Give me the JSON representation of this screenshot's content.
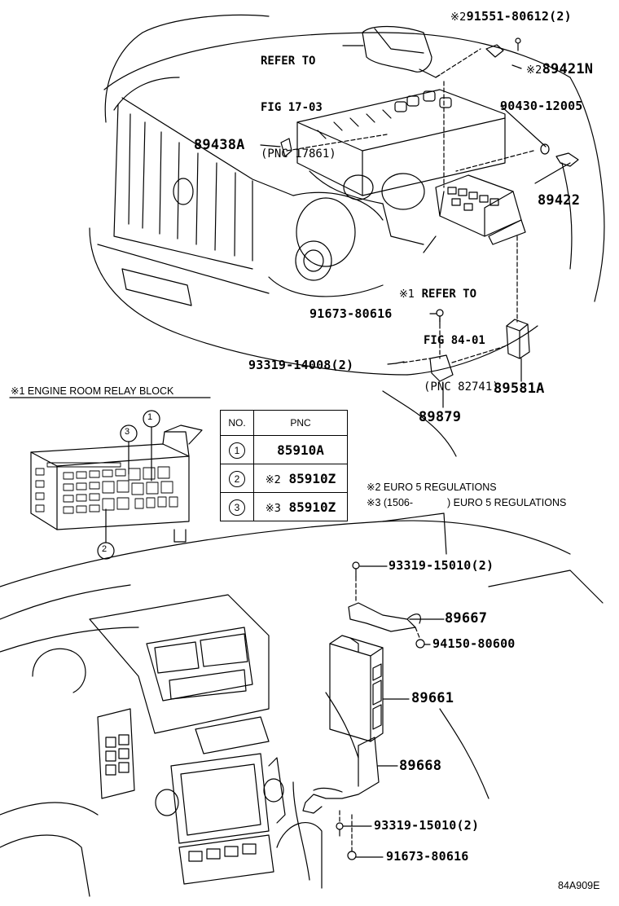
{
  "refs": {
    "fig1703": [
      "REFER TO",
      "FIG 17-03",
      "(PNC 17861)"
    ],
    "fig8401": [
      "REFER TO",
      "FIG 84-01",
      "(PNC 82741)"
    ],
    "fig8401_mark": "※1"
  },
  "parts": {
    "p91551": {
      "mark": "※2",
      "text": "91551-80612(2)"
    },
    "p89421N": {
      "mark": "※2",
      "text": "89421N"
    },
    "p90430": "90430-12005",
    "p89438A": "89438A",
    "p89422": "89422",
    "p91673a": "91673-80616",
    "p93319a": "93319-14008(2)",
    "p89581A": "89581A",
    "p89879": "89879",
    "p93319b": "93319-15010(2)",
    "p89667": "89667",
    "p94150": "94150-80600",
    "p89661": "89661",
    "p89668": "89668",
    "p93319c": "93319-15010(2)",
    "p91673b": "91673-80616"
  },
  "relay_block": {
    "title": "※1  ENGINE ROOM RELAY BLOCK",
    "callouts": [
      "1",
      "2",
      "3"
    ]
  },
  "table": {
    "headers": [
      "NO.",
      "PNC"
    ],
    "rows": [
      {
        "no": "1",
        "mark": "",
        "pnc": "85910A"
      },
      {
        "no": "2",
        "mark": "※2",
        "pnc": "85910Z"
      },
      {
        "no": "3",
        "mark": "※3",
        "pnc": "85910Z"
      }
    ]
  },
  "notes": {
    "n2": "※2  EURO 5 REGULATIONS",
    "n3a": "※3  (1506-",
    "n3b": ") EURO 5 REGULATIONS"
  },
  "figure_code": "84A909E"
}
